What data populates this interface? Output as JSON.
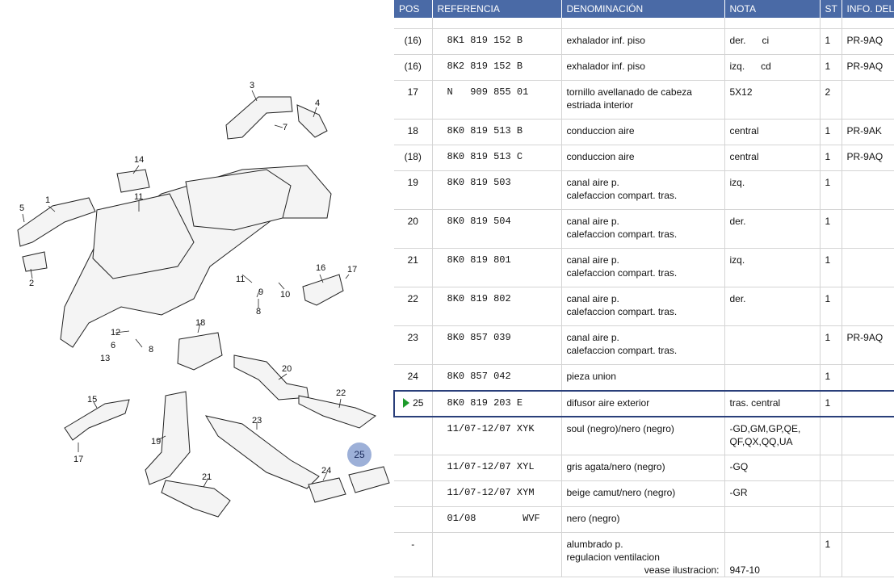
{
  "diagram": {
    "callouts": [
      "3",
      "4",
      "7",
      "14",
      "11",
      "5",
      "1",
      "2",
      "16",
      "17",
      "11",
      "9",
      "8",
      "10",
      "12",
      "6",
      "8",
      "13",
      "18",
      "15",
      "17",
      "19",
      "20",
      "22",
      "23",
      "21",
      "24"
    ],
    "badge": "25"
  },
  "table": {
    "headers": [
      "POS",
      "REFERENCIA",
      "DENOMINACIÓN",
      "NOTA",
      "ST",
      "INFO. DEL"
    ],
    "rows": [
      {
        "pos": "(16)",
        "ref": "8K1 819 152 B",
        "den1": "exhalador inf. piso",
        "den2": "",
        "nota1": "der.      ci",
        "nota2": "",
        "st": "1",
        "info": "PR-9AQ"
      },
      {
        "pos": "(16)",
        "ref": "8K2 819 152 B",
        "den1": "exhalador inf. piso",
        "den2": "",
        "nota1": "izq.      cd",
        "nota2": "",
        "st": "1",
        "info": "PR-9AQ"
      },
      {
        "pos": "17",
        "ref": "N   909 855 01",
        "den1": "tornillo avellanado de cabeza",
        "den2": "estriada interior",
        "nota1": "5X12",
        "nota2": "",
        "st": "2",
        "info": ""
      },
      {
        "pos": "18",
        "ref": "8K0 819 513 B",
        "den1": "conduccion aire",
        "den2": "",
        "nota1": "central",
        "nota2": "",
        "st": "1",
        "info": "PR-9AK"
      },
      {
        "pos": "(18)",
        "ref": "8K0 819 513 C",
        "den1": "conduccion aire",
        "den2": "",
        "nota1": "central",
        "nota2": "",
        "st": "1",
        "info": "PR-9AQ"
      },
      {
        "pos": "19",
        "ref": "8K0 819 503",
        "den1": "canal aire p.",
        "den2": "calefaccion compart. tras.",
        "nota1": "izq.",
        "nota2": "",
        "st": "1",
        "info": ""
      },
      {
        "pos": "20",
        "ref": "8K0 819 504",
        "den1": "canal aire p.",
        "den2": "calefaccion compart. tras.",
        "nota1": "der.",
        "nota2": "",
        "st": "1",
        "info": ""
      },
      {
        "pos": "21",
        "ref": "8K0 819 801",
        "den1": "canal aire p.",
        "den2": "calefaccion compart. tras.",
        "nota1": "izq.",
        "nota2": "",
        "st": "1",
        "info": ""
      },
      {
        "pos": "22",
        "ref": "8K0 819 802",
        "den1": "canal aire p.",
        "den2": "calefaccion compart. tras.",
        "nota1": "der.",
        "nota2": "",
        "st": "1",
        "info": ""
      },
      {
        "pos": "23",
        "ref": "8K0 857 039",
        "den1": "canal aire p.",
        "den2": "calefaccion compart. tras.",
        "nota1": "",
        "nota2": "",
        "st": "1",
        "info": "PR-9AQ"
      },
      {
        "pos": "24",
        "ref": "8K0 857 042",
        "den1": "pieza union",
        "den2": "",
        "nota1": "",
        "nota2": "",
        "st": "1",
        "info": ""
      },
      {
        "pos": "25",
        "ref": "8K0 819 203 E",
        "den1": "difusor aire exterior",
        "den2": "",
        "nota1": "tras. central",
        "nota2": "",
        "st": "1",
        "info": "",
        "selected": true
      },
      {
        "pos": "",
        "ref": "11/07-12/07 XYK",
        "den1": "soul (negro)/nero (negro)",
        "den2": "",
        "nota1": "-GD,GM,GP,QE,",
        "nota2": "QF,QX,QQ,UA",
        "st": "",
        "info": ""
      },
      {
        "pos": "",
        "ref": "11/07-12/07 XYL",
        "den1": "gris agata/nero (negro)",
        "den2": "",
        "nota1": "-GQ",
        "nota2": "",
        "st": "",
        "info": ""
      },
      {
        "pos": "",
        "ref": "11/07-12/07 XYM",
        "den1": "beige camut/nero (negro)",
        "den2": "",
        "nota1": "-GR",
        "nota2": "",
        "st": "",
        "info": ""
      },
      {
        "pos": "",
        "ref": "01/08        WVF",
        "den1": "nero (negro)",
        "den2": "",
        "nota1": "",
        "nota2": "",
        "st": "",
        "info": ""
      },
      {
        "pos": "-",
        "ref": "",
        "den1": "alumbrado p.",
        "den2": "regulacion ventilacion",
        "den3": "vease ilustracion:",
        "nota1": "",
        "nota2": "",
        "nota3": "947-10",
        "st": "1",
        "info": ""
      }
    ]
  }
}
